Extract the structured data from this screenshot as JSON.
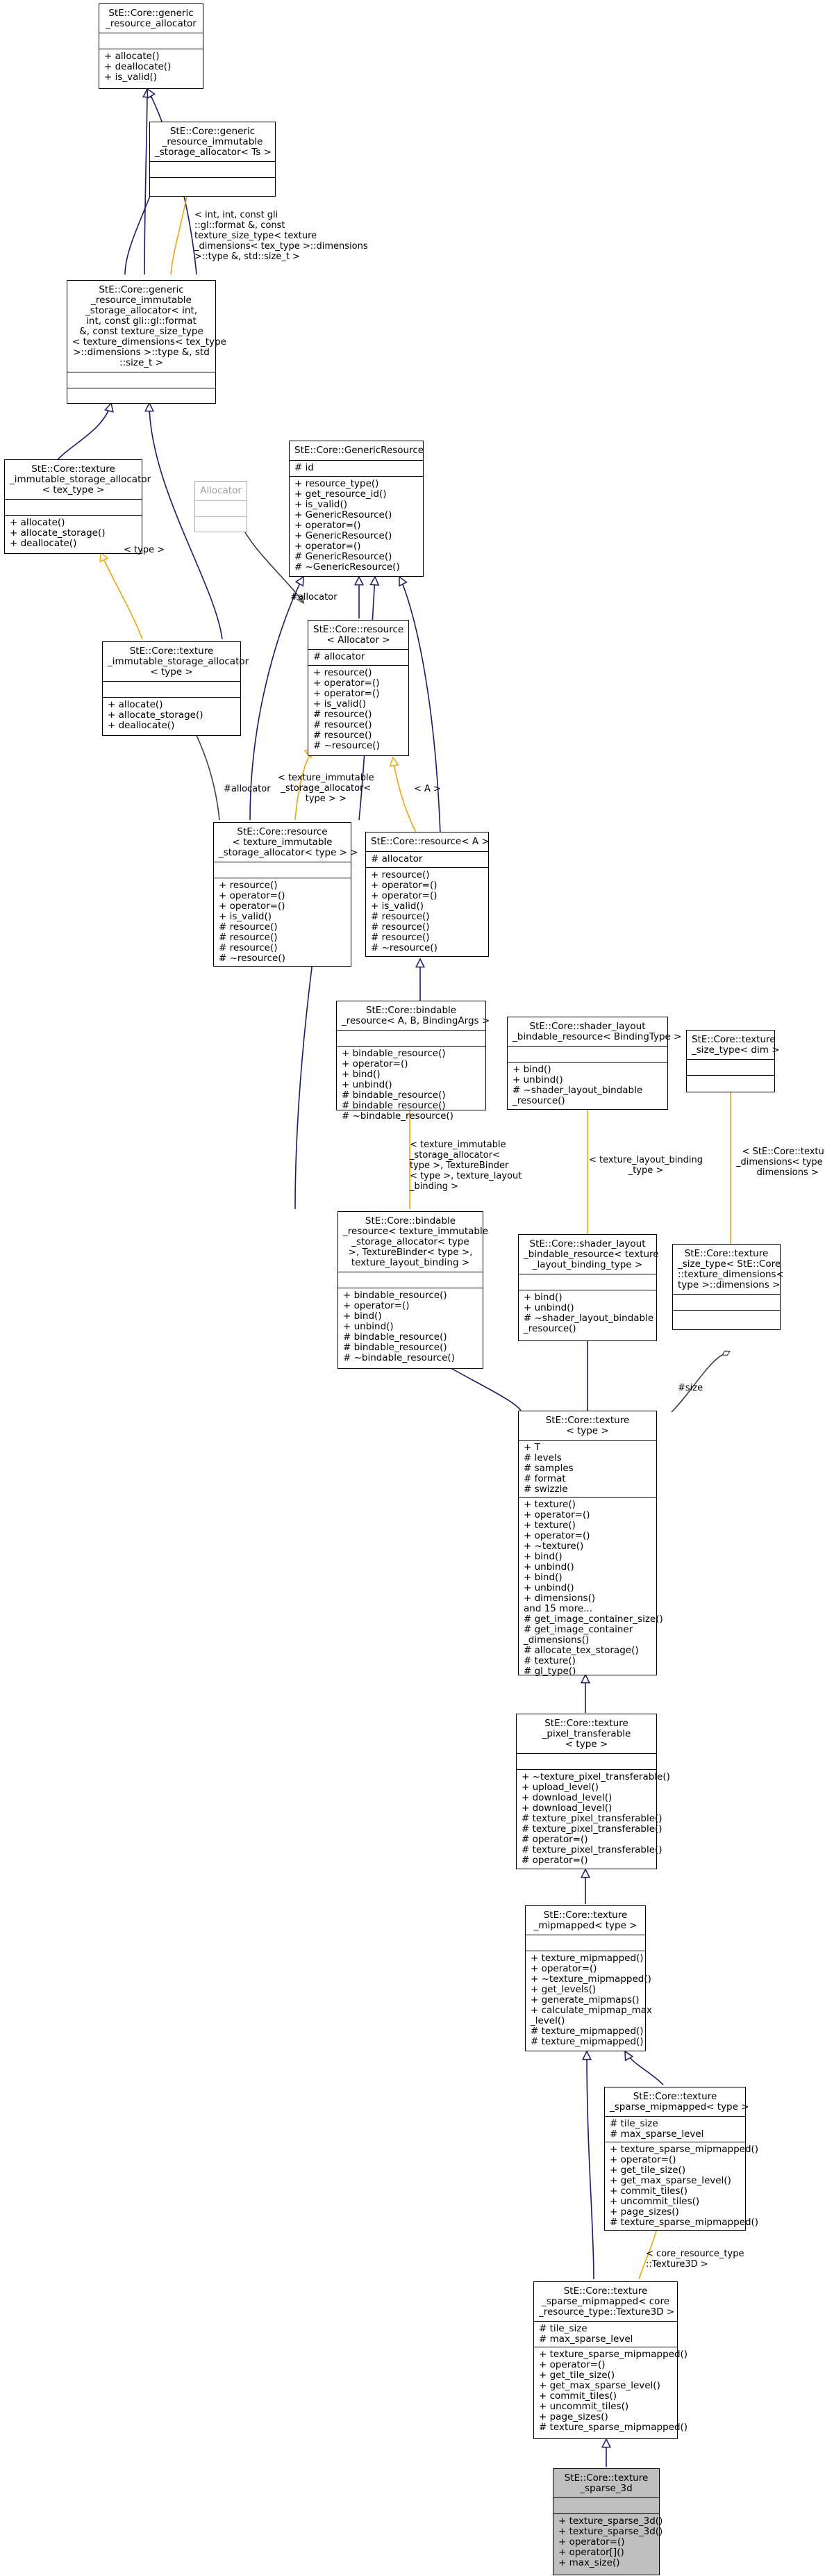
{
  "colors": {
    "inherit": "#191970",
    "template": "#f5a500",
    "usage": "#404040",
    "focus_fill": "#bfbfbf",
    "external_border": "#a8a8a8"
  },
  "nodes": {
    "gen_alloc": {
      "title": [
        "StE::Core::generic",
        "_resource_allocator"
      ],
      "attributes": [],
      "methods": [
        "+ allocate()",
        "+ deallocate()",
        "+ is_valid()"
      ]
    },
    "gen_imm_alloc_T": {
      "title": [
        "StE::Core::generic",
        "_resource_immutable",
        "_storage_allocator< Ts >"
      ],
      "attributes": [],
      "methods": []
    },
    "gen_imm_alloc_spec": {
      "title": [
        "StE::Core::generic",
        "_resource_immutable",
        "_storage_allocator< int,",
        "int, const gli::gl::format",
        "&, const texture_size_type",
        "< texture_dimensions< tex_type",
        " >::dimensions >::type &, std",
        "::size_t >"
      ],
      "attributes": [],
      "methods": []
    },
    "tex_imm_alloc_textype": {
      "title": [
        "StE::Core::texture",
        "_immutable_storage_allocator",
        "< tex_type >"
      ],
      "attributes": [],
      "methods": [
        "+ allocate()",
        "+ allocate_storage()",
        "+ deallocate()"
      ]
    },
    "allocator_ext": {
      "title": [
        "Allocator"
      ],
      "attributes": [],
      "methods": []
    },
    "generic_resource": {
      "title": [
        "StE::Core::GenericResource"
      ],
      "attributes": [
        "# id"
      ],
      "methods": [
        "+ resource_type()",
        "+ get_resource_id()",
        "+ is_valid()",
        "+ GenericResource()",
        "+ operator=()",
        "+ GenericResource()",
        "+ operator=()",
        "# GenericResource()",
        "# ~GenericResource()"
      ]
    },
    "tex_imm_alloc_type": {
      "title": [
        "StE::Core::texture",
        "_immutable_storage_allocator",
        "< type >"
      ],
      "attributes": [],
      "methods": [
        "+ allocate()",
        "+ allocate_storage()",
        "+ deallocate()"
      ]
    },
    "resource_alloc": {
      "title": [
        "StE::Core::resource",
        "< Allocator >"
      ],
      "attributes": [
        "# allocator"
      ],
      "methods": [
        "+ resource()",
        "+ operator=()",
        "+ operator=()",
        "+ is_valid()",
        "# resource()",
        "# resource()",
        "# resource()",
        "# ~resource()"
      ]
    },
    "resource_texalloc": {
      "title": [
        "StE::Core::resource",
        "< texture_immutable",
        "_storage_allocator< type > >"
      ],
      "attributes": [],
      "methods": [
        "+ resource()",
        "+ operator=()",
        "+ operator=()",
        "+ is_valid()",
        "# resource()",
        "# resource()",
        "# resource()",
        "# ~resource()"
      ]
    },
    "resource_A": {
      "title": [
        "StE::Core::resource< A >"
      ],
      "attributes": [
        "# allocator"
      ],
      "methods": [
        "+ resource()",
        "+ operator=()",
        "+ operator=()",
        "+ is_valid()",
        "# resource()",
        "# resource()",
        "# resource()",
        "# ~resource()"
      ]
    },
    "bindable_A": {
      "title": [
        "StE::Core::bindable",
        "_resource< A, B, BindingArgs >"
      ],
      "attributes": [],
      "methods": [
        "+ bindable_resource()",
        "+ operator=()",
        "+ bind()",
        "+ unbind()",
        "# bindable_resource()",
        "# bindable_resource()",
        "# ~bindable_resource()"
      ]
    },
    "shader_layout_T": {
      "title": [
        "StE::Core::shader_layout",
        "_bindable_resource< BindingType >"
      ],
      "attributes": [],
      "methods": [
        "+ bind()",
        "+ unbind()",
        "# ~shader_layout_bindable",
        "_resource()"
      ]
    },
    "tex_size_type_dim": {
      "title": [
        "StE::Core::texture",
        "_size_type< dim >"
      ],
      "attributes": [],
      "methods": []
    },
    "bindable_tex": {
      "title": [
        "StE::Core::bindable",
        "_resource< texture_immutable",
        "_storage_allocator< type",
        ">, TextureBinder< type >,",
        "texture_layout_binding >"
      ],
      "attributes": [],
      "methods": [
        "+ bindable_resource()",
        "+ operator=()",
        "+ bind()",
        "+ unbind()",
        "# bindable_resource()",
        "# bindable_resource()",
        "# ~bindable_resource()"
      ]
    },
    "shader_layout_tex": {
      "title": [
        "StE::Core::shader_layout",
        "_bindable_resource< texture",
        "_layout_binding_type >"
      ],
      "attributes": [],
      "methods": [
        "+ bind()",
        "+ unbind()",
        "# ~shader_layout_bindable",
        "_resource()"
      ]
    },
    "tex_size_type_spec": {
      "title": [
        "StE::Core::texture",
        "_size_type< StE::Core",
        "::texture_dimensions<",
        "type >::dimensions >"
      ],
      "attributes": [],
      "methods": []
    },
    "texture": {
      "title": [
        "StE::Core::texture",
        "< type >"
      ],
      "attributes": [
        "+ T",
        "# levels",
        "# samples",
        "# format",
        "# swizzle"
      ],
      "methods": [
        "+ texture()",
        "+ operator=()",
        "+ texture()",
        "+ operator=()",
        "+ ~texture()",
        "+ bind()",
        "+ unbind()",
        "+ bind()",
        "+ unbind()",
        "+ dimensions()",
        "and 15 more...",
        "# get_image_container_size()",
        "# get_image_container",
        "_dimensions()",
        "# allocate_tex_storage()",
        "# texture()",
        "# gl_type()"
      ]
    },
    "tex_pixel": {
      "title": [
        "StE::Core::texture",
        "_pixel_transferable",
        "< type >"
      ],
      "attributes": [],
      "methods": [
        "+ ~texture_pixel_transferable()",
        "+ upload_level()",
        "+ download_level()",
        "+ download_level()",
        "# texture_pixel_transferable()",
        "# texture_pixel_transferable()",
        "# operator=()",
        "# texture_pixel_transferable()",
        "# operator=()"
      ]
    },
    "tex_mip": {
      "title": [
        "StE::Core::texture",
        "_mipmapped< type >"
      ],
      "attributes": [],
      "methods": [
        "+ texture_mipmapped()",
        "+ operator=()",
        "+ ~texture_mipmapped()",
        "+ get_levels()",
        "+ generate_mipmaps()",
        "+ calculate_mipmap_max",
        "_level()",
        "# texture_mipmapped()",
        "# texture_mipmapped()"
      ]
    },
    "tex_sparse_mip_type": {
      "title": [
        "StE::Core::texture",
        "_sparse_mipmapped< type >"
      ],
      "attributes": [
        "# tile_size",
        "# max_sparse_level"
      ],
      "methods": [
        "+ texture_sparse_mipmapped()",
        "+ operator=()",
        "+ get_tile_size()",
        "+ get_max_sparse_level()",
        "+ commit_tiles()",
        "+ uncommit_tiles()",
        "+ page_sizes()",
        "# texture_sparse_mipmapped()"
      ]
    },
    "tex_sparse_mip_3d": {
      "title": [
        "StE::Core::texture",
        "_sparse_mipmapped< core",
        "_resource_type::Texture3D >"
      ],
      "attributes": [
        "# tile_size",
        "# max_sparse_level"
      ],
      "methods": [
        "+ texture_sparse_mipmapped()",
        "+ operator=()",
        "+ get_tile_size()",
        "+ get_max_sparse_level()",
        "+ commit_tiles()",
        "+ uncommit_tiles()",
        "+ page_sizes()",
        "# texture_sparse_mipmapped()"
      ]
    },
    "tex_sparse_3d": {
      "title": [
        "StE::Core::texture",
        "_sparse_3d"
      ],
      "attributes": [],
      "methods": [
        "+ texture_sparse_3d()",
        "+ texture_sparse_3d()",
        "+ operator=()",
        "+ operator[]()",
        "+ max_size()"
      ]
    }
  },
  "edge_labels": {
    "gen_alloc_spec": [
      "< int, int, const gli",
      "::gl::format &, const",
      "texture_size_type< texture",
      "_dimensions< tex_type >::dimensions",
      " >::type &, std::size_t >"
    ],
    "tex_type": [
      "< type >"
    ],
    "allocator_member_1": [
      "#allocator"
    ],
    "allocator_member_2": [
      "#allocator"
    ],
    "res_texalloc": [
      "< texture_immutable",
      "_storage_allocator<",
      "type > >"
    ],
    "res_A": [
      "< A >"
    ],
    "bindable_spec": [
      "< texture_immutable",
      "_storage_allocator<",
      "type >, TextureBinder",
      "< type >, texture_layout",
      "_binding >"
    ],
    "shader_spec": [
      "< texture_layout_binding",
      "_type >"
    ],
    "size_spec": [
      "< StE::Core::texture",
      "_dimensions< type >::",
      "dimensions >"
    ],
    "size_member": [
      "#size"
    ],
    "texture3d": [
      "< core_resource_type",
      "::Texture3D >"
    ]
  }
}
